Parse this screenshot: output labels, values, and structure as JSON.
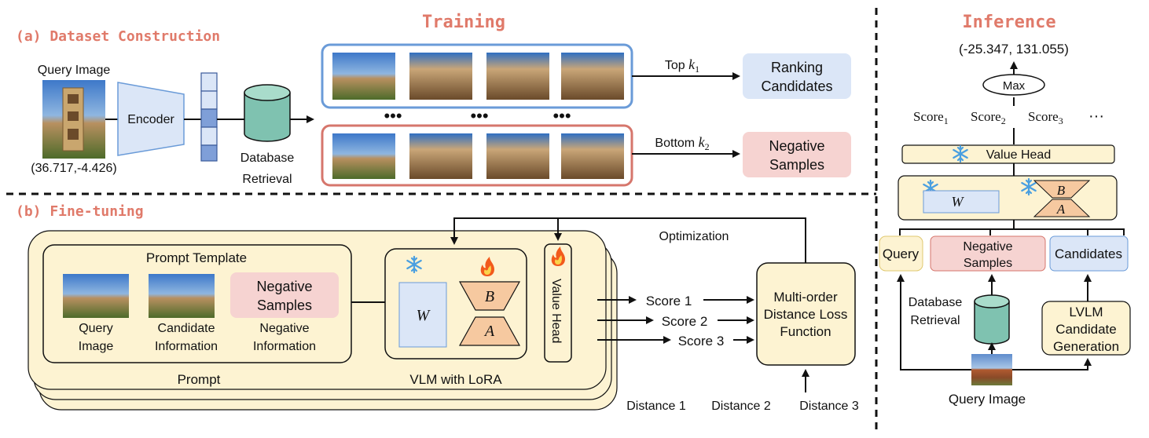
{
  "training": {
    "title": "Training",
    "dataset_construction": "(a) Dataset Construction",
    "query_image_label": "Query Image",
    "query_coords": "(36.717,-4.426)",
    "encoder": "Encoder",
    "database_retrieval_1": "Database",
    "database_retrieval_2": "Retrieval",
    "top_label": "Top ",
    "top_k": "k",
    "top_sub": "1",
    "bottom_label": "Bottom ",
    "bottom_k": "k",
    "bottom_sub": "2",
    "ranking_1": "Ranking",
    "ranking_2": "Candidates",
    "negative_1": "Negative",
    "negative_2": "Samples",
    "dots": "•••"
  },
  "finetuning": {
    "title": "(b) Fine-tuning",
    "optimization": "Optimization",
    "prompt_template": "Prompt Template",
    "query_1": "Query",
    "query_2": "Image",
    "candidate_1": "Candidate",
    "candidate_2": "Information",
    "neg_box_1": "Negative",
    "neg_box_2": "Samples",
    "neg_info_1": "Negative",
    "neg_info_2": "Information",
    "prompt": "Prompt",
    "vlm": "VLM with LoRA",
    "w": "W",
    "b": "B",
    "a": "A",
    "value_head": "Value Head",
    "score1": "Score 1",
    "score2": "Score 2",
    "score3": "Score 3",
    "loss_1": "Multi-order",
    "loss_2": "Distance Loss",
    "loss_3": "Function",
    "dist1": "Distance 1",
    "dist2": "Distance 2",
    "dist3": "Distance 3"
  },
  "inference": {
    "title": "Inference",
    "coords": "(-25.347, 131.055)",
    "max": "Max",
    "score_word": "Score",
    "s1": "1",
    "s2": "2",
    "s3": "3",
    "ellipsis": "···",
    "value_head": "Value Head",
    "w": "W",
    "b": "B",
    "a": "A",
    "query": "Query",
    "neg_1": "Negative",
    "neg_2": "Samples",
    "candidates": "Candidates",
    "db_1": "Database",
    "db_2": "Retrieval",
    "lvlm_1": "LVLM",
    "lvlm_2": "Candidate",
    "lvlm_3": "Generation",
    "query_image": "Query Image"
  },
  "colors": {
    "accent_red": "#e07a6a",
    "blue_border": "#6a9bd8",
    "red_border": "#d6766c",
    "yellow_fill": "#fdf3d2",
    "blue_fill": "#dbe6f7",
    "pink_fill": "#f6d3d1",
    "orange_fill": "#f6c9a0",
    "teal_fill": "#7fc2b0",
    "snowflake": "#4a9fe0",
    "flame": "#f25a1c"
  }
}
